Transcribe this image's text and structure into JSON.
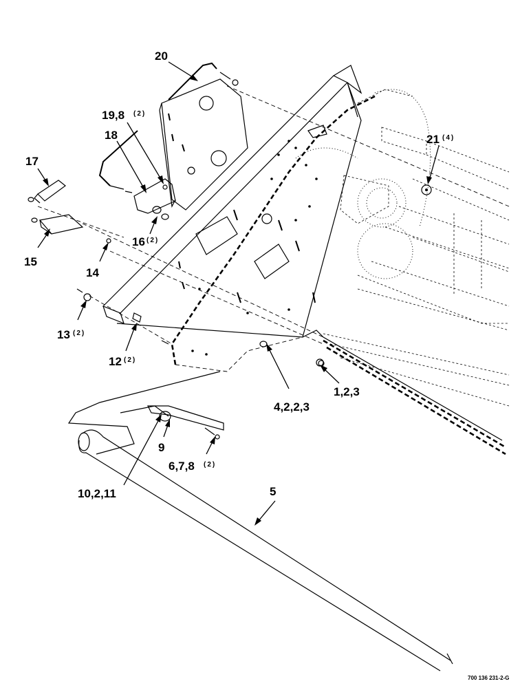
{
  "callouts": [
    {
      "id": "c20",
      "label": "20",
      "qty": ""
    },
    {
      "id": "c19",
      "label": "19,8",
      "qty": "(2)"
    },
    {
      "id": "c18",
      "label": "18",
      "qty": ""
    },
    {
      "id": "c17",
      "label": "17",
      "qty": ""
    },
    {
      "id": "c15",
      "label": "15",
      "qty": ""
    },
    {
      "id": "c14",
      "label": "14",
      "qty": ""
    },
    {
      "id": "c16",
      "label": "16",
      "qty": "(2)"
    },
    {
      "id": "c13",
      "label": "13",
      "qty": "(2)"
    },
    {
      "id": "c12",
      "label": "12",
      "qty": "(2)"
    },
    {
      "id": "c21",
      "label": "21",
      "qty": "(4)"
    },
    {
      "id": "c123",
      "label": "1,2,3",
      "qty": ""
    },
    {
      "id": "c4223",
      "label": "4,2,2,3",
      "qty": ""
    },
    {
      "id": "c9",
      "label": "9",
      "qty": ""
    },
    {
      "id": "c678",
      "label": "6,7,8",
      "qty": "(2)"
    },
    {
      "id": "c10211",
      "label": "10,2,11",
      "qty": ""
    },
    {
      "id": "c5",
      "label": "5",
      "qty": ""
    }
  ],
  "figure_ref": "700 136 231-2-G"
}
